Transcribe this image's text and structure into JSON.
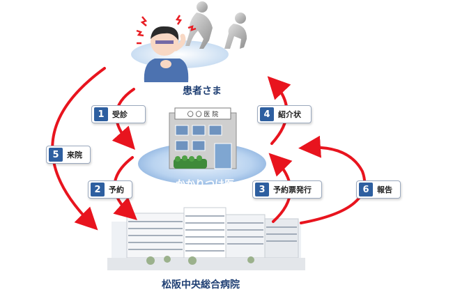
{
  "nodes": {
    "patient": "患者さま",
    "clinic": "かかりつけ医",
    "clinic_sign": "〇 〇 医 院",
    "hospital": "松阪中央総合病院"
  },
  "steps": [
    {
      "num": "1",
      "label": "受診"
    },
    {
      "num": "2",
      "label": "予約"
    },
    {
      "num": "3",
      "label": "予約票発行"
    },
    {
      "num": "4",
      "label": "紹介状"
    },
    {
      "num": "5",
      "label": "来院"
    },
    {
      "num": "6",
      "label": "報告"
    }
  ],
  "colors": {
    "arrow": "#e8141e",
    "label": "#1f3f73",
    "badge": "#2e5fa0",
    "ellipse": "#b9d3f0"
  }
}
